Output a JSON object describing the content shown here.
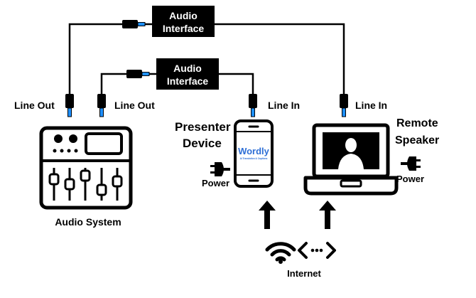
{
  "colors": {
    "ink": "#000000",
    "paper": "#ffffff",
    "plug_tip": "#1e90ff",
    "brand_blue": "#2e6fd6"
  },
  "interfaces": [
    {
      "line1": "Audio",
      "line2": "Interface"
    },
    {
      "line1": "Audio",
      "line2": "Interface"
    }
  ],
  "labels": {
    "line_out_left": "Line Out",
    "line_out_right": "Line Out",
    "line_in_presenter": "Line In",
    "line_in_remote": "Line In",
    "audio_system": "Audio System",
    "presenter_line1": "Presenter",
    "presenter_line2": "Device",
    "remote_line1": "Remote",
    "remote_line2": "Speaker",
    "power_presenter": "Power",
    "power_remote": "Power",
    "internet": "Internet"
  },
  "phone_screen": {
    "brand": "Wordly",
    "tagline": "AI Translation & Captions"
  },
  "icons": {
    "audio_mixer": "mixer-icon",
    "phone": "phone-icon",
    "laptop": "laptop-icon",
    "person": "person-silhouette-icon",
    "power_plug": "power-plug-icon",
    "wifi": "wifi-icon",
    "network_code": "code-brackets-icon",
    "arrow": "up-arrow-icon",
    "jack": "audio-jack-icon"
  }
}
